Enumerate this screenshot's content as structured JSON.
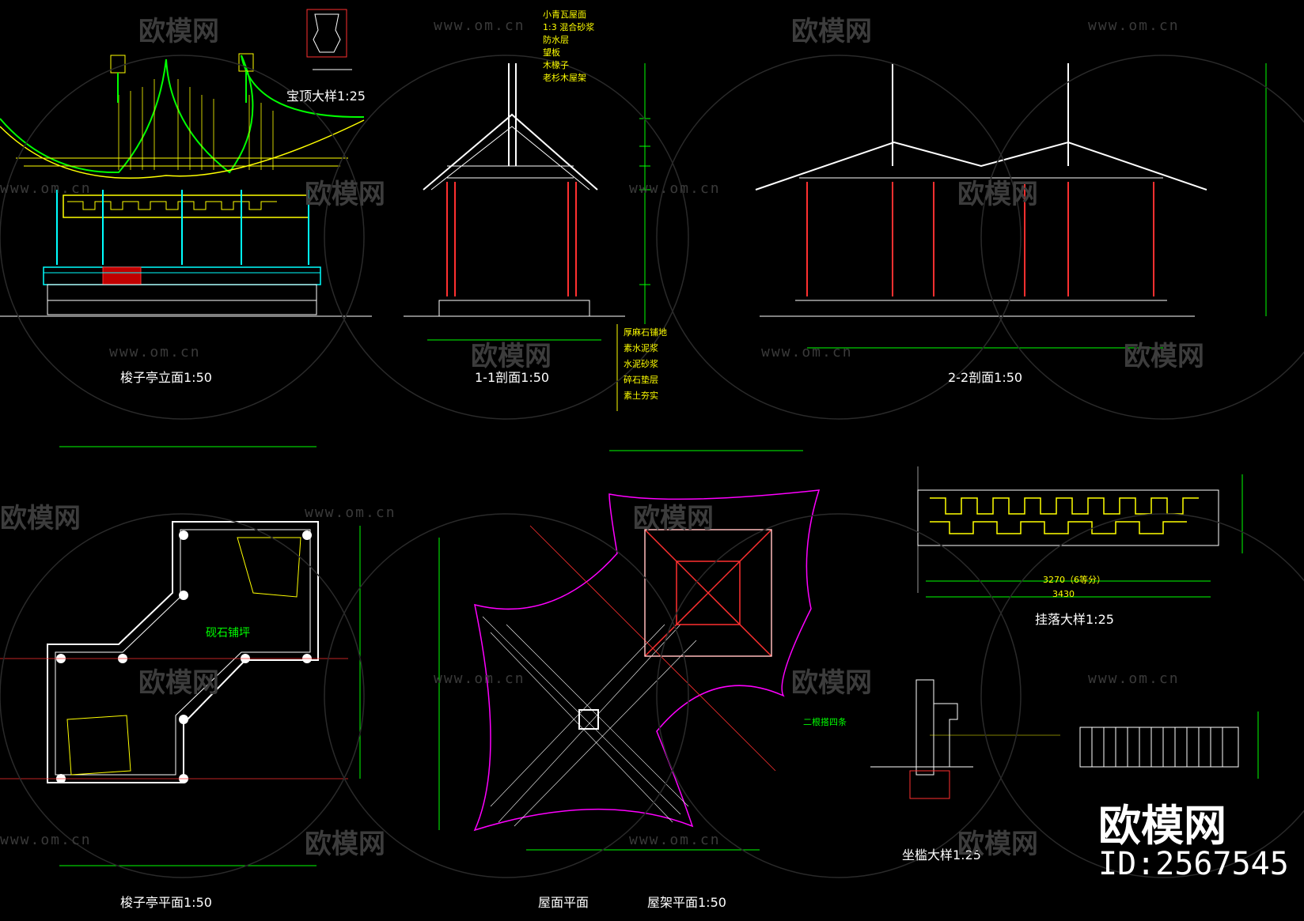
{
  "titles": {
    "elevation": "梭子亭立面1:50",
    "section_1": "1-1剖面1:50",
    "section_2": "2-2剖面1:50",
    "plan": "梭子亭平面1:50",
    "roof_plan": "屋面平面",
    "frame_plan": "屋架平面1:50",
    "finial_detail": "宝顶大样1:25",
    "hanging_detail": "挂落大样1:25",
    "bench_detail": "坐槛大样1:25"
  },
  "labels": {
    "plan_paving": "砚石铺坪",
    "frame_note": "二根搭四条",
    "hanging_dim_1": "3270（6等分）",
    "hanging_dim_2": "3430"
  },
  "roof_notes": [
    "小青瓦屋面",
    "1:3 混合砂浆",
    "防水层",
    "望板",
    "木椽子",
    "老杉木屋架"
  ],
  "floor_notes": [
    "厚麻石铺地",
    "素水泥浆",
    "水泥砂浆",
    "碎石垫层",
    "素土夯实"
  ],
  "watermark": {
    "site": "www.om.cn",
    "brand": "欧模网"
  },
  "brand_box": {
    "name": "欧模网",
    "id": "ID:2567545"
  },
  "colors": {
    "background": "#000000",
    "line_green": "#00ff00",
    "line_yellow": "#ffff00",
    "line_white": "#ffffff",
    "line_magenta": "#ff00ff",
    "line_red": "#ff3030",
    "line_cyan": "#00ffff"
  }
}
